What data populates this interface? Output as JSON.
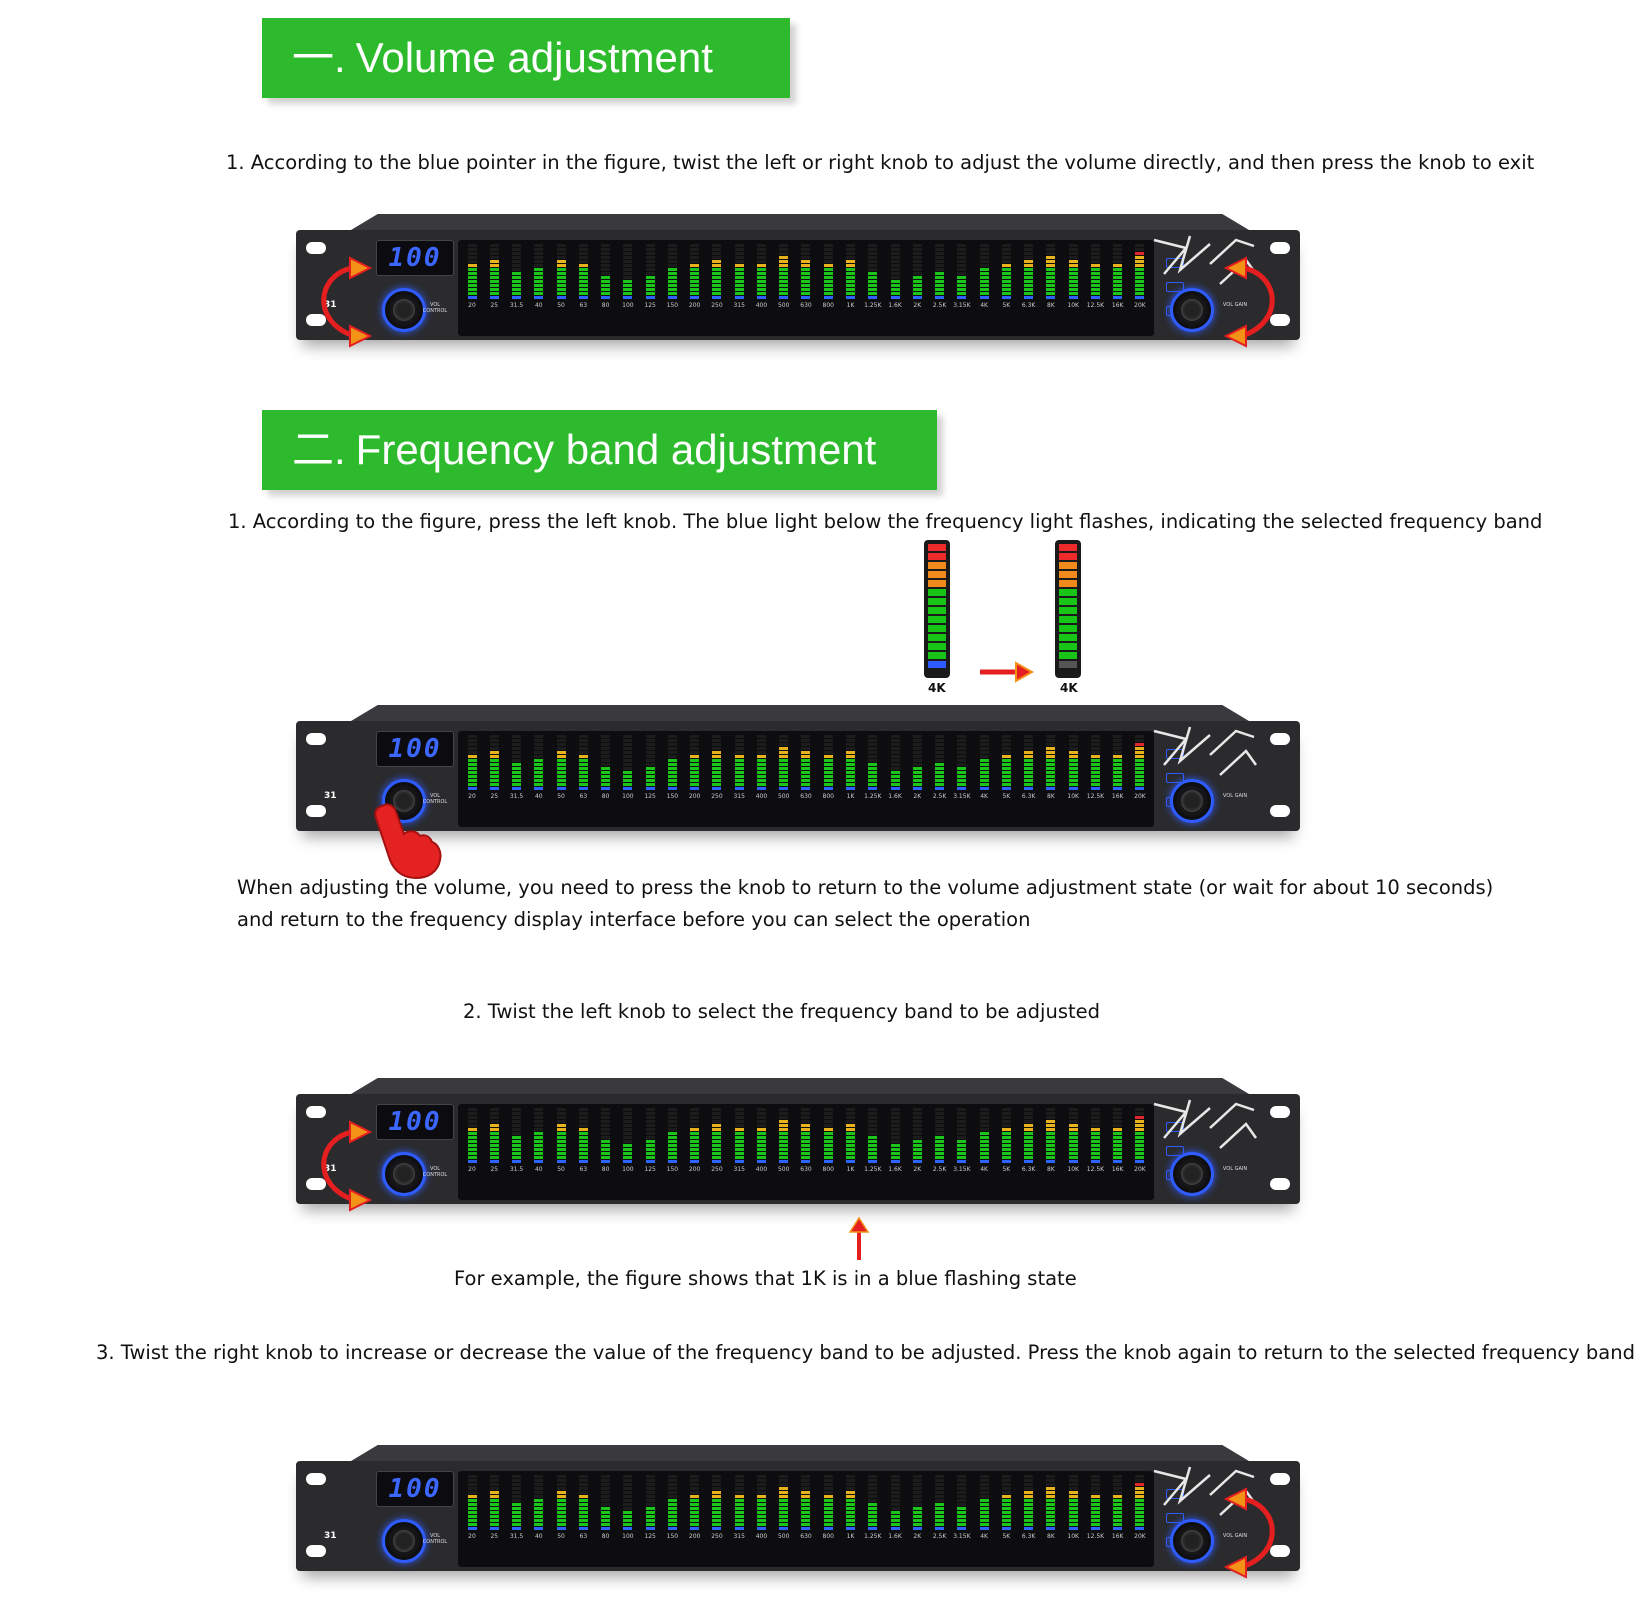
{
  "section1": {
    "number": "一.",
    "title": "Volume adjustment",
    "step1": "1. According to the blue pointer in the figure, twist the left or right knob to adjust the volume directly, and then press the knob to exit"
  },
  "section2": {
    "number": "二.",
    "title": "Frequency band adjustment",
    "step1": "1. According to the figure, press the left knob. The blue light below the frequency light flashes, indicating the selected frequency band",
    "meter_label_before": "4K",
    "meter_label_after": "4K",
    "note_line1": "When adjusting the volume, you need to press the knob to return to the volume adjustment state (or wait for about 10 seconds)",
    "note_line2": "and return to the frequency display interface before you can select the operation",
    "step2": "2. Twist the left knob to select the frequency band to be adjusted",
    "example_caption": "For example, the figure shows that 1K is in a blue flashing state",
    "step3": "3. Twist the right knob to increase or decrease the value of the frequency band to be adjusted. Press the knob again to return to the selected frequency band"
  },
  "device": {
    "display_value": "100",
    "model": "31",
    "left_control_label": "VOL CONTROL",
    "right_control_label": "VOL GAIN",
    "frequency_bands": [
      "20",
      "25",
      "31.5",
      "40",
      "50",
      "63",
      "80",
      "100",
      "125",
      "150",
      "200",
      "250",
      "315",
      "400",
      "500",
      "630",
      "800",
      "1K",
      "1.25K",
      "1.6K",
      "2K",
      "2.5K",
      "3.15K",
      "4K",
      "5K",
      "6.3K",
      "8K",
      "10K",
      "12.5K",
      "16K",
      "20K"
    ],
    "band_levels": [
      8,
      9,
      6,
      7,
      9,
      8,
      5,
      4,
      5,
      7,
      8,
      9,
      8,
      8,
      10,
      9,
      8,
      9,
      6,
      4,
      5,
      6,
      5,
      7,
      8,
      9,
      10,
      9,
      8,
      8,
      11
    ]
  },
  "colors": {
    "banner_green": "#2dbb2d",
    "led_green": "#19c619",
    "led_yellow": "#e8b21d",
    "led_red": "#e0282c",
    "led_blue": "#2d64ff",
    "arrow_orange": "#f29318",
    "arrow_red": "#e51f1f"
  },
  "icons": {
    "rotate_arrows": "rotate-arrows-icon",
    "pointing_hand": "pointing-hand-icon",
    "right_arrow": "arrow-right-icon",
    "up_arrow": "arrow-up-icon"
  }
}
